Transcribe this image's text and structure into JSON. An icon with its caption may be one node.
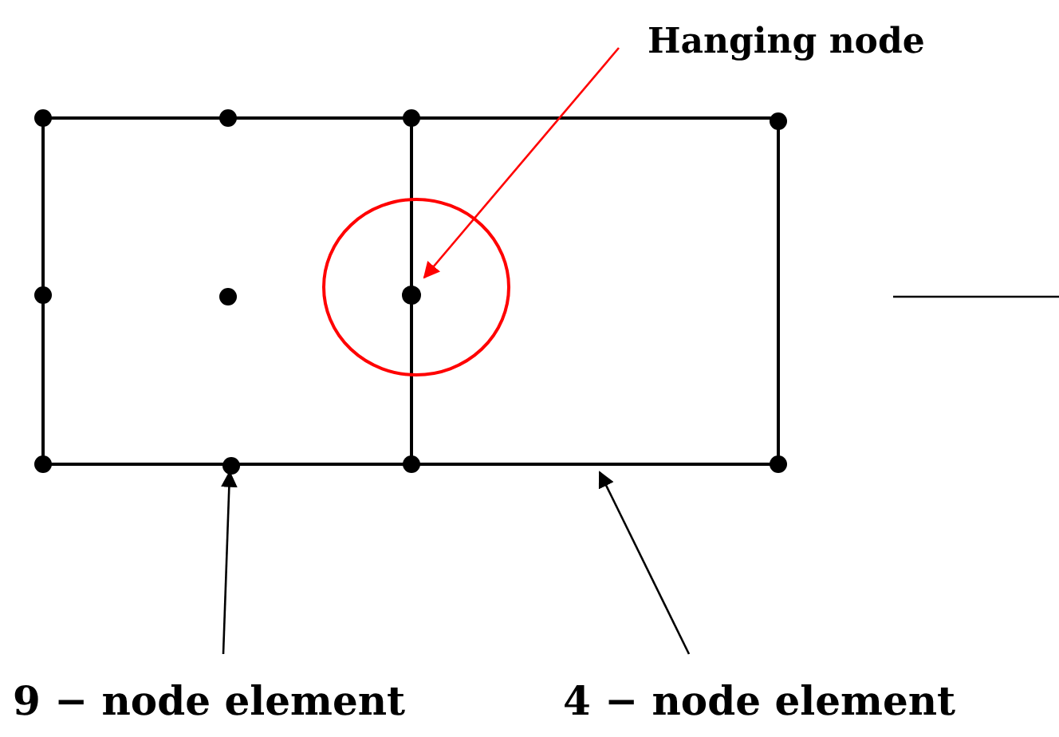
{
  "diagram": {
    "nodes": [
      {
        "text": [],
        "shape": "box"
      },
      {
        "text": [],
        "shape": "box"
      },
      {
        "text": [],
        "shape": "circle"
      },
      {
        "text": [
          "Hanging node"
        ]
      },
      {
        "text": [
          "9 − node element"
        ]
      },
      {
        "text": [
          "4 − node element"
        ]
      }
    ],
    "edges": [
      {
        "from": 3,
        "to": 2,
        "arrow": "to",
        "color": "#ff0000"
      },
      {
        "from": 4,
        "to": 0,
        "arrow": "to"
      },
      {
        "from": 5,
        "to": 1,
        "arrow": "to"
      }
    ]
  }
}
